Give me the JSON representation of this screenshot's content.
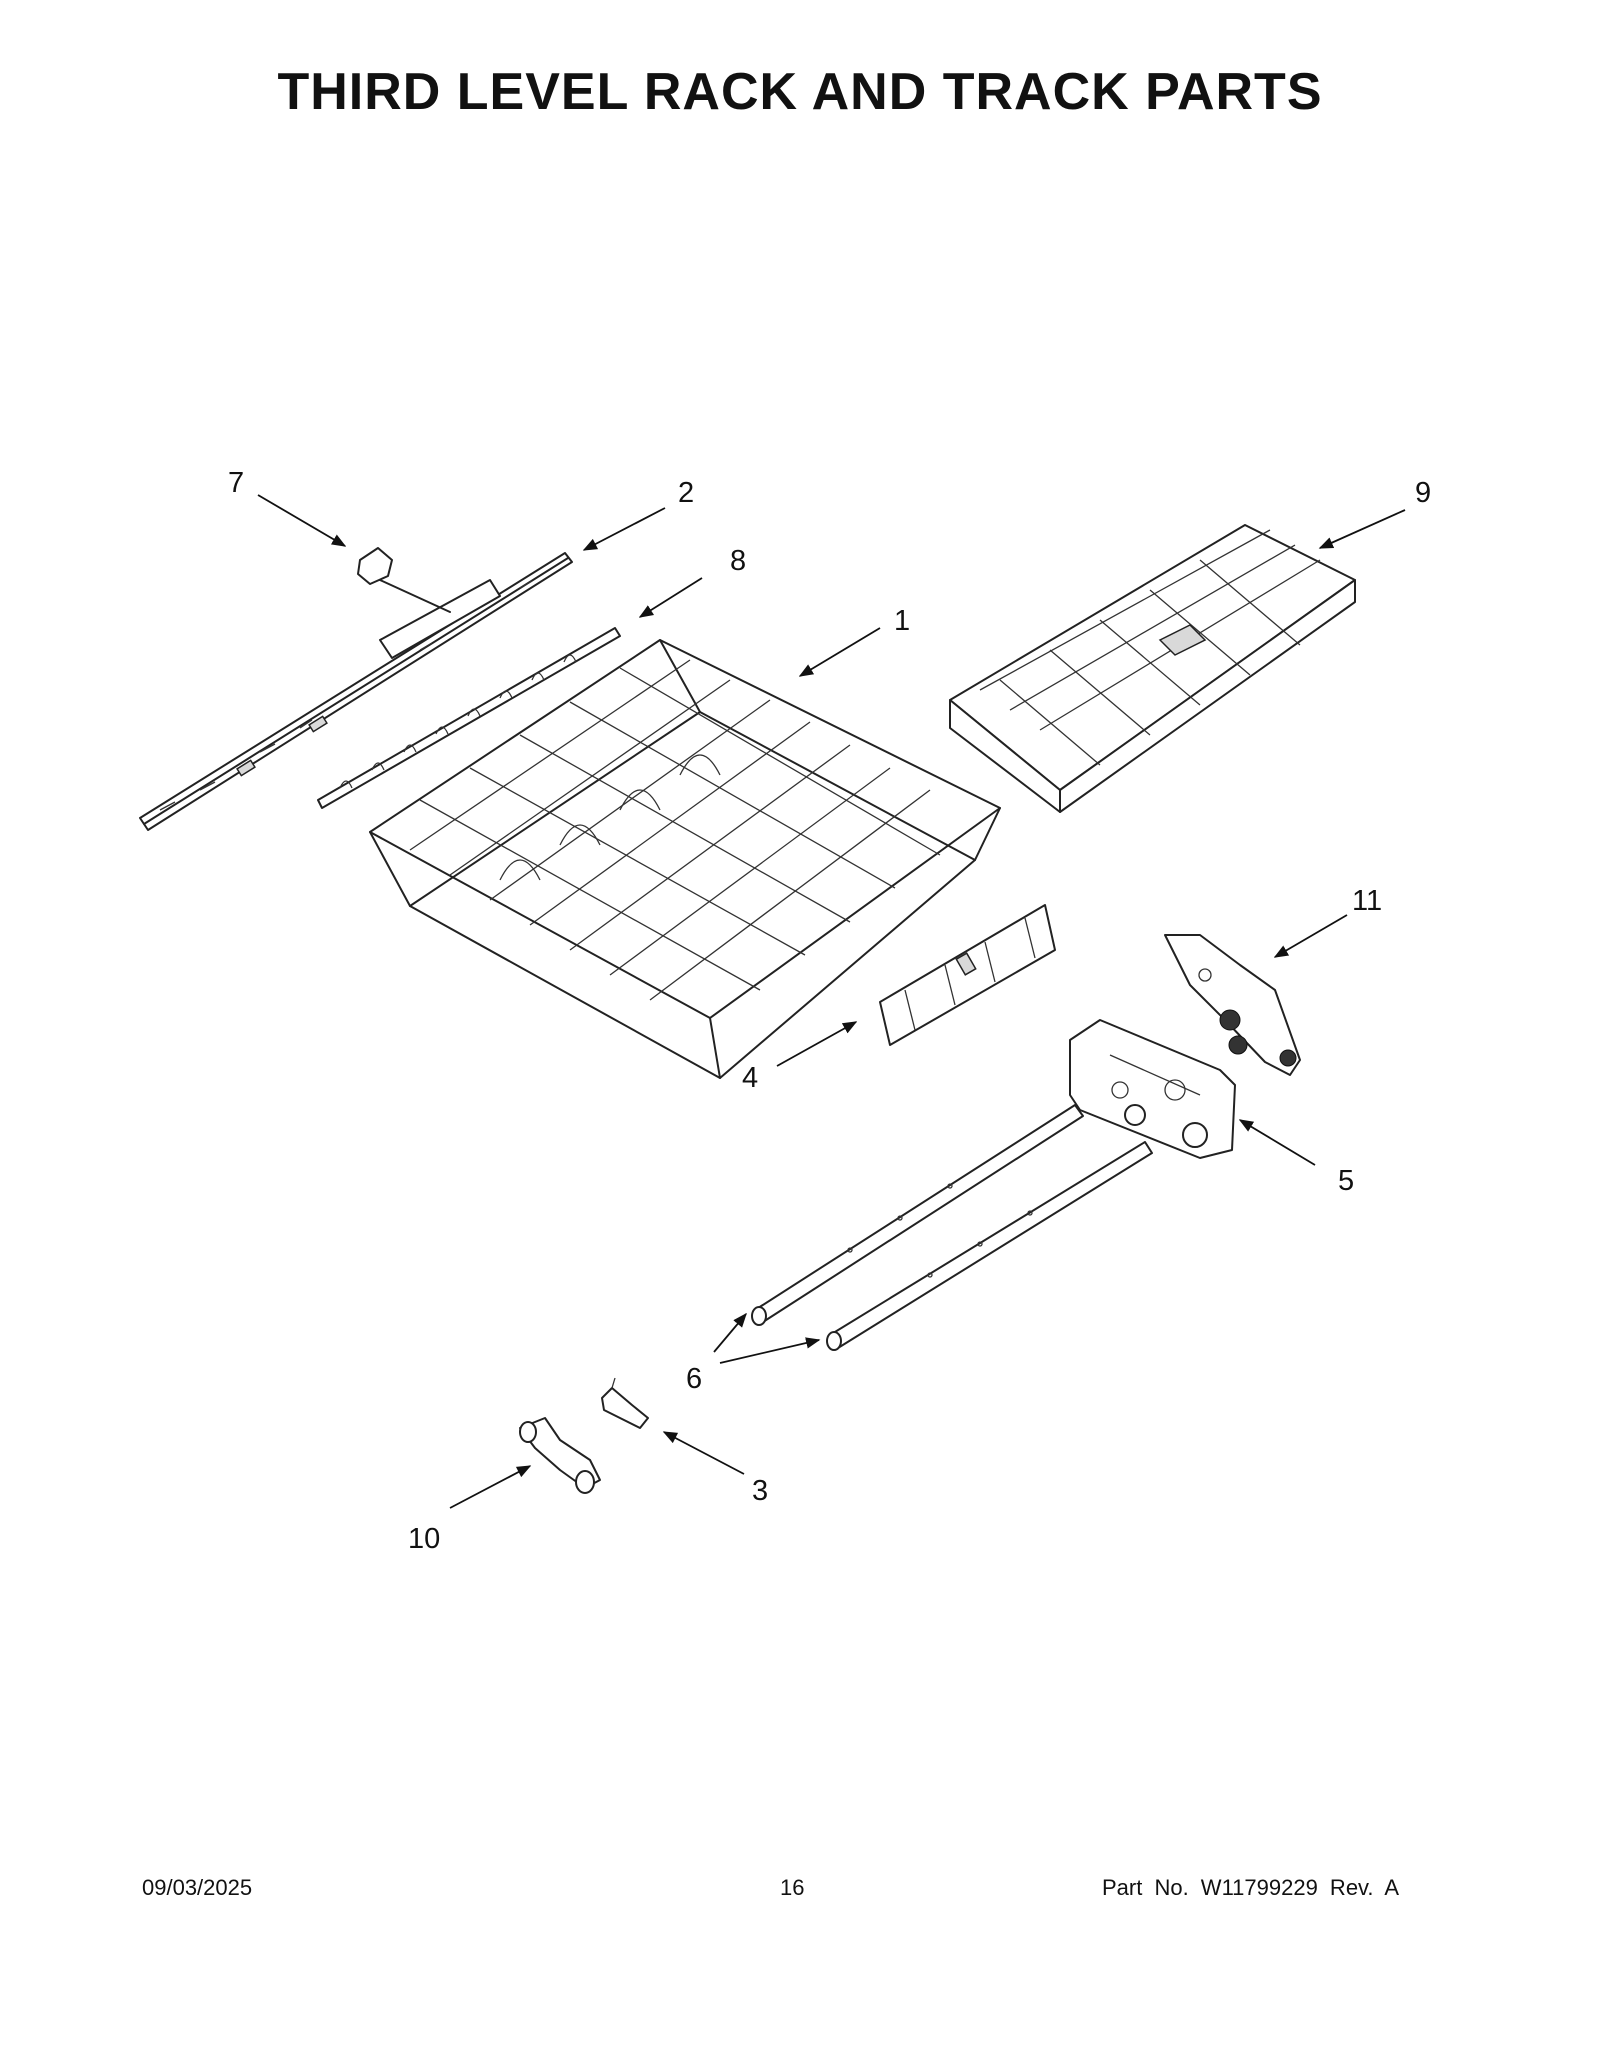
{
  "page": {
    "title": "THIRD LEVEL RACK AND TRACK PARTS"
  },
  "callouts": [
    "7",
    "2",
    "8",
    "1",
    "9",
    "11",
    "4",
    "5",
    "6",
    "3",
    "10"
  ],
  "footer": {
    "date": "09/03/2025",
    "page_number": "16",
    "part_info": "Part No. W11799229 Rev. A"
  }
}
